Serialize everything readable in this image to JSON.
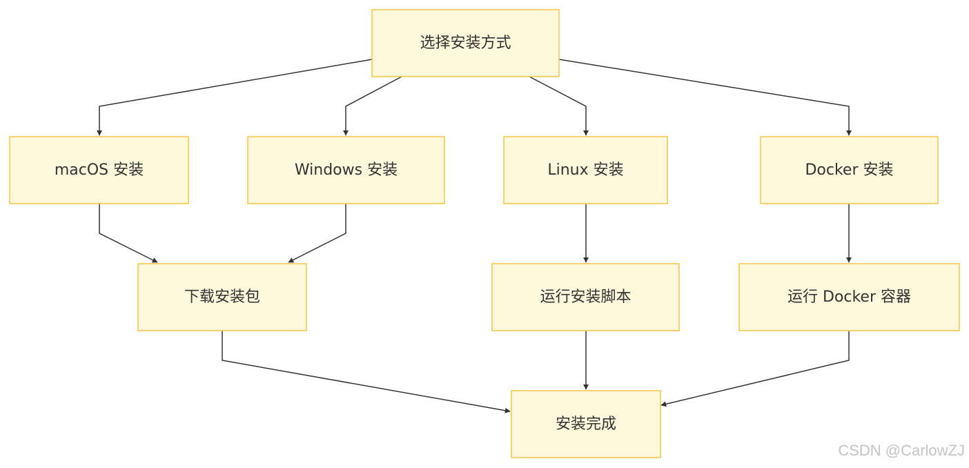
{
  "nodes": {
    "choose": "选择安装方式",
    "macos": "macOS 安装",
    "windows": "Windows 安装",
    "linux": "Linux 安装",
    "docker": "Docker 安装",
    "download": "下载安装包",
    "run_script": "运行安装脚本",
    "run_docker": "运行 Docker 容器",
    "done": "安装完成"
  },
  "edges": [
    [
      "choose",
      "macos"
    ],
    [
      "choose",
      "windows"
    ],
    [
      "choose",
      "linux"
    ],
    [
      "choose",
      "docker"
    ],
    [
      "macos",
      "download"
    ],
    [
      "windows",
      "download"
    ],
    [
      "linux",
      "run_script"
    ],
    [
      "docker",
      "run_docker"
    ],
    [
      "download",
      "done"
    ],
    [
      "run_script",
      "done"
    ],
    [
      "run_docker",
      "done"
    ]
  ],
  "colors": {
    "node_fill": "#fff8dc",
    "node_border": "#f3c84e",
    "edge": "#333333"
  },
  "watermark": "CSDN @CarlowZJ"
}
